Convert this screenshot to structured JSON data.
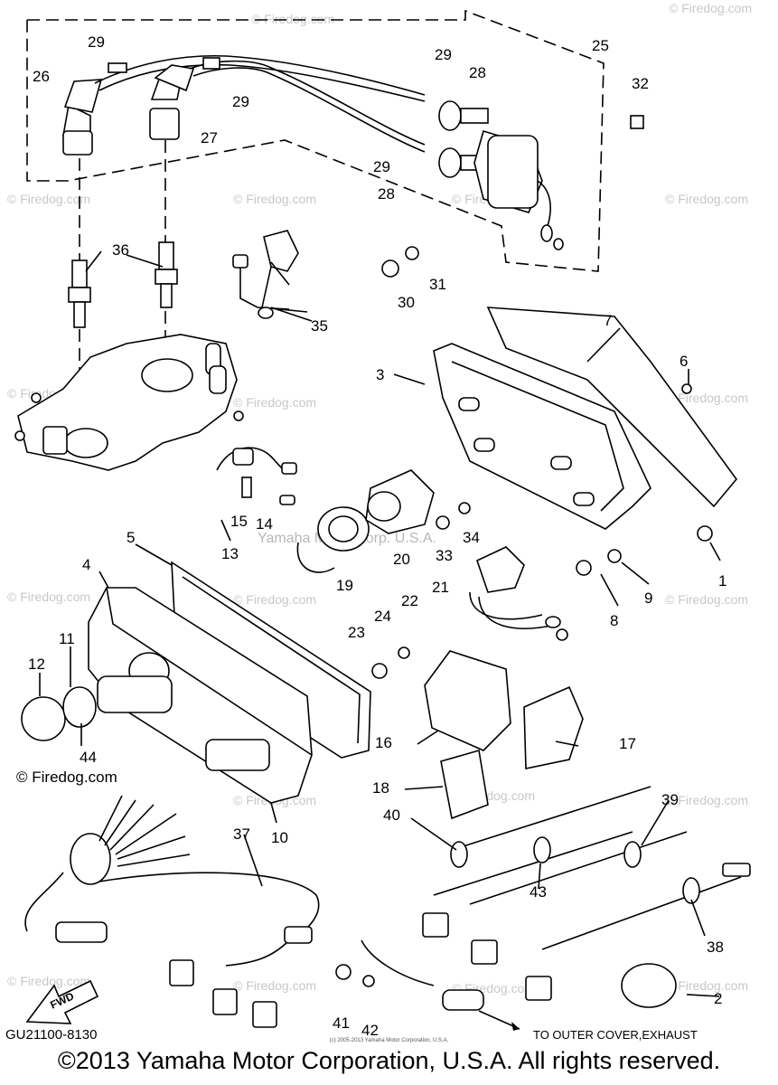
{
  "watermark_text": "© Firedog.com",
  "watermark_center": "Yamaha Motor Corp. U.S.A.",
  "brand_mark": "© Firedog.com",
  "drawing_code": "GU21100-8130",
  "fwd_label": "FWD",
  "note": "TO OUTER COVER,EXHAUST",
  "small_copyright": "(c) 2005-2013 Yamaha Motor Corporation, U.S.A.",
  "copyright": "©2013 Yamaha Motor Corporation, U.S.A. All rights reserved.",
  "callouts": [
    "1",
    "2",
    "3",
    "4",
    "5",
    "6",
    "7",
    "8",
    "9",
    "10",
    "11",
    "12",
    "13",
    "14",
    "15",
    "16",
    "17",
    "18",
    "19",
    "20",
    "21",
    "22",
    "23",
    "24",
    "25",
    "26",
    "27",
    "28",
    "28",
    "29",
    "29",
    "29",
    "29",
    "30",
    "31",
    "32",
    "33",
    "34",
    "35",
    "36",
    "37",
    "38",
    "39",
    "40",
    "41",
    "42",
    "43",
    "44"
  ]
}
